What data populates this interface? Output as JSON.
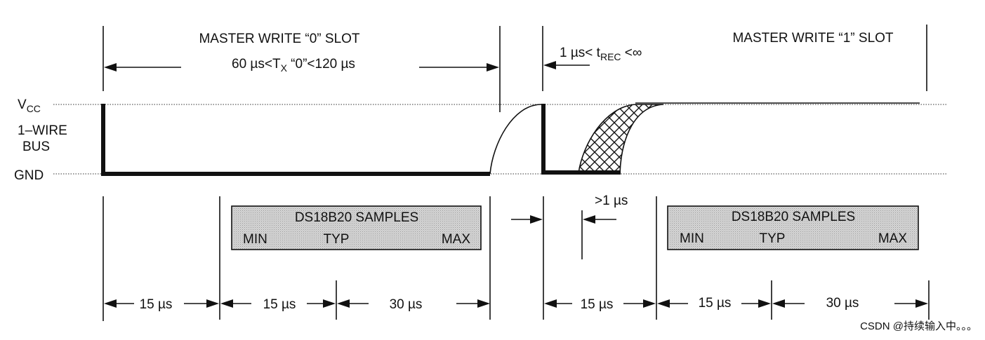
{
  "labels": {
    "write0_title": "MASTER WRITE “0” SLOT",
    "write1_title": "MASTER WRITE “1” SLOT",
    "tx_range_pre": "60 µs<T",
    "tx_range_sub": "X",
    "tx_range_post": " “0”<120 µs",
    "trec_pre": "1 µs< t",
    "trec_sub": "REC",
    "trec_post": " <∞",
    "vcc_main": "V",
    "vcc_sub": "CC",
    "bus_line1": "1–WIRE",
    "bus_line2": "BUS",
    "gnd": "GND",
    "gt1us": ">1 µs"
  },
  "sample_boxes": [
    {
      "title": "DS18B20 SAMPLES",
      "min": "MIN",
      "typ": "TYP",
      "max": "MAX"
    },
    {
      "title": "DS18B20 SAMPLES",
      "min": "MIN",
      "typ": "TYP",
      "max": "MAX"
    }
  ],
  "intervals": {
    "w0_a": "15 µs",
    "w0_b": "15 µs",
    "w0_c": "30 µs",
    "w1_a": "15 µs",
    "w1_b": "15 µs",
    "w1_c": "30 µs"
  },
  "watermark": "CSDN @持续输入中。。。"
}
